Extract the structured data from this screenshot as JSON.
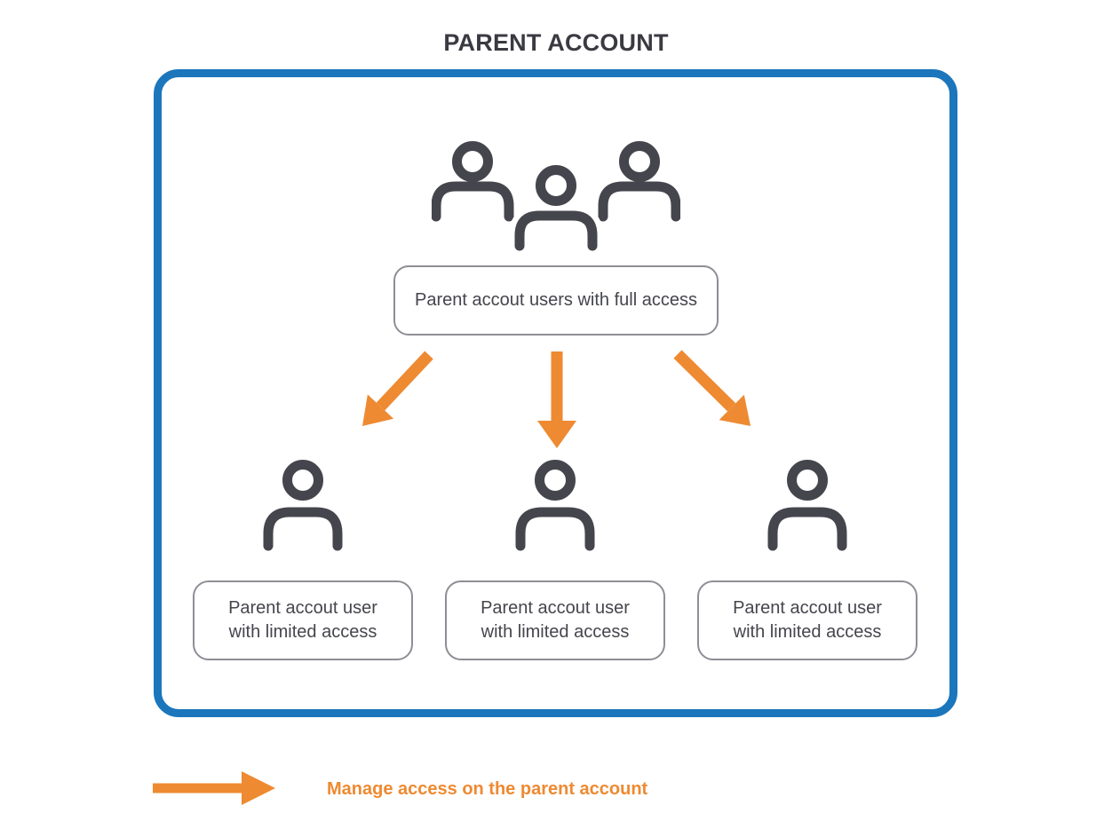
{
  "title": "PARENT ACCOUNT",
  "nodes": {
    "full_access": {
      "icon": "users-group-icon",
      "label": "Parent accout users with full access"
    },
    "limited": [
      {
        "icon": "user-icon",
        "label": [
          "Parent accout user",
          "with limited access"
        ]
      },
      {
        "icon": "user-icon",
        "label": [
          "Parent accout user",
          "with limited access"
        ]
      },
      {
        "icon": "user-icon",
        "label": [
          "Parent accout user",
          "with limited access"
        ]
      }
    ]
  },
  "connections": [
    {
      "from": "full_access",
      "to": "limited_0",
      "icon": "arrow-down-left-icon"
    },
    {
      "from": "full_access",
      "to": "limited_1",
      "icon": "arrow-down-icon"
    },
    {
      "from": "full_access",
      "to": "limited_2",
      "icon": "arrow-down-right-icon"
    }
  ],
  "legend": {
    "icon": "arrow-right-icon",
    "label": "Manage access on the parent account"
  },
  "colors": {
    "parent_box_border": "#1b76bc",
    "arrow": "#ee8a31",
    "icon_and_text": "#45454d",
    "label_box_border": "#8e8e96",
    "background": "#ffffff"
  }
}
